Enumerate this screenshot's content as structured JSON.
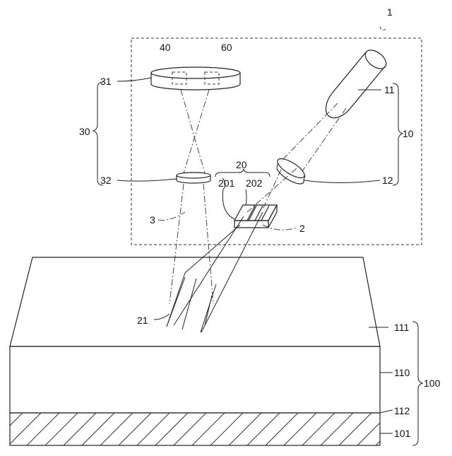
{
  "labels": {
    "system": "1",
    "module_40": "40",
    "module_60": "60",
    "lens_31": "31",
    "lens_32": "32",
    "group_30": "30",
    "group_10": "10",
    "source_11": "11",
    "lens_12": "12",
    "group_20": "20",
    "grating_201": "201",
    "grating_202": "202",
    "line_3": "3",
    "element_2": "2",
    "pattern_21": "21",
    "layer_111": "111",
    "layer_110": "110",
    "layer_112": "112",
    "layer_101": "101",
    "sample_100": "100"
  }
}
